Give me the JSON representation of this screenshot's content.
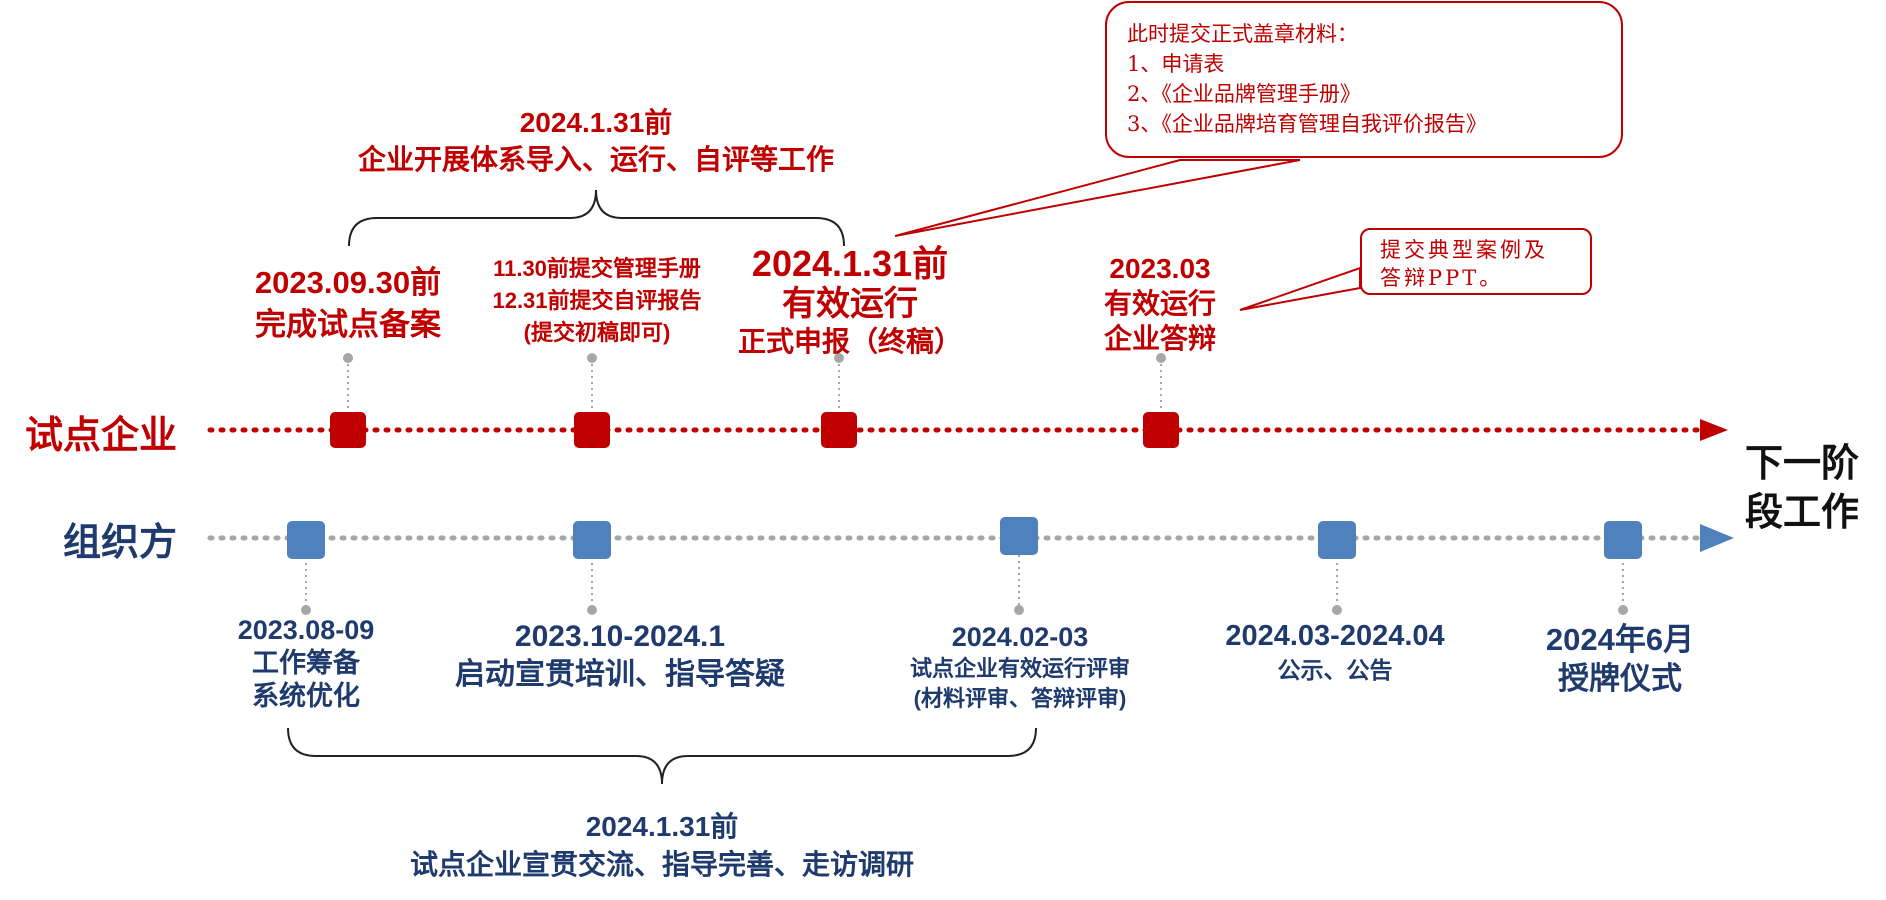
{
  "tracks": {
    "enterprise_label": "试点企业",
    "organizer_label": "组织方",
    "next_stage": [
      "下一阶",
      "段工作"
    ]
  },
  "colors": {
    "red": "#c00000",
    "blue": "#1f3b6e",
    "blue_marker": "#4f81bd",
    "dotted_gray": "#a6a6a6"
  },
  "enterprise_milestones": [
    {
      "lines": [
        "2023.09.30前",
        "完成试点备案"
      ]
    },
    {
      "lines": [
        "11.30前提交管理手册",
        "12.31前提交自评报告",
        "(提交初稿即可)"
      ]
    },
    {
      "lines": [
        "2024.1.31前",
        "有效运行",
        "正式申报（终稿）"
      ]
    },
    {
      "lines": [
        "2023.03",
        "有效运行",
        "企业答辩"
      ]
    }
  ],
  "organizer_milestones": [
    {
      "lines": [
        "2023.08-09",
        "工作筹备",
        "系统优化"
      ]
    },
    {
      "lines": [
        "2023.10-2024.1",
        "启动宣贯培训、指导答疑"
      ]
    },
    {
      "lines": [
        "2024.02-03",
        "试点企业有效运行评审",
        "(材料评审、答辩评审)"
      ]
    },
    {
      "lines": [
        "2024.03-2024.04",
        "公示、公告"
      ]
    },
    {
      "lines": [
        "2024年6月",
        "授牌仪式"
      ]
    }
  ],
  "top_brace": {
    "date": "2024.1.31前",
    "text": "企业开展体系导入、运行、自评等工作"
  },
  "bottom_brace": {
    "date": "2024.1.31前",
    "text": "试点企业宣贯交流、指导完善、走访调研"
  },
  "callout_materials": {
    "title": "此时提交正式盖章材料：",
    "items": [
      "1、申请表",
      "2、《企业品牌管理手册》",
      "3、《企业品牌培育管理自我评价报告》"
    ]
  },
  "callout_defense": {
    "lines": [
      "提交典型案例及",
      "答辩PPT。"
    ]
  }
}
